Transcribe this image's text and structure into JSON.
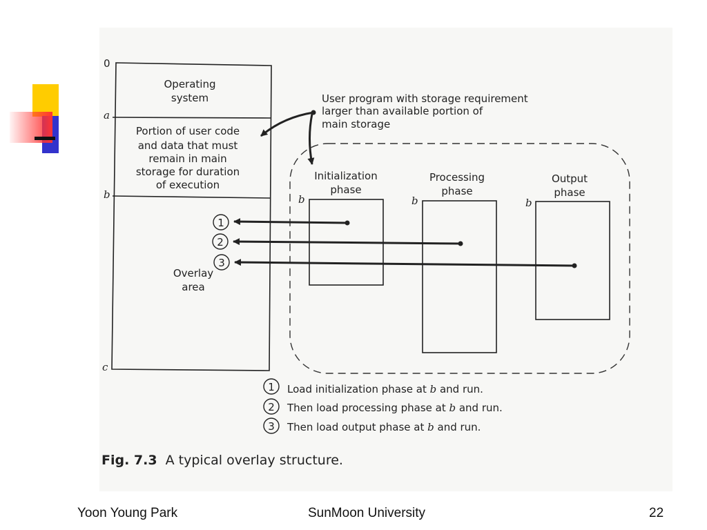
{
  "diagram": {
    "memory": {
      "labels": {
        "zero": "0",
        "a": "a",
        "b": "b",
        "c": "c"
      },
      "os_lines": [
        "Operating",
        "system"
      ],
      "resident_lines": [
        "Portion of user code",
        "and data that must",
        "remain in main",
        "storage for duration",
        "of execution"
      ],
      "overlay_lines": [
        "Overlay",
        "area"
      ]
    },
    "callout_lines": [
      "User program with storage requirement",
      "larger than available portion of",
      "main storage"
    ],
    "phases": [
      {
        "lines": [
          "Initialization",
          "phase"
        ],
        "b": "b"
      },
      {
        "lines": [
          "Processing",
          "phase"
        ],
        "b": "b"
      },
      {
        "lines": [
          "Output",
          "phase"
        ],
        "b": "b"
      }
    ],
    "markers": [
      "1",
      "2",
      "3"
    ],
    "legend": [
      {
        "num": "1",
        "pre": "Load initialization phase at ",
        "var": "b",
        "post": " and run."
      },
      {
        "num": "2",
        "pre": "Then load processing phase at ",
        "var": "b",
        "post": " and run."
      },
      {
        "num": "3",
        "pre": "Then load output phase at ",
        "var": "b",
        "post": " and run."
      }
    ],
    "caption": {
      "label": "Fig. 7.3",
      "text": "A typical overlay structure."
    }
  },
  "footer": {
    "author": "Yoon Young Park",
    "university": "SunMoon University",
    "page": "22"
  },
  "decoration_colors": {
    "yellow": "#ffcc00",
    "blue": "#3333cc",
    "red": "#ff3333",
    "line": "#000000"
  }
}
